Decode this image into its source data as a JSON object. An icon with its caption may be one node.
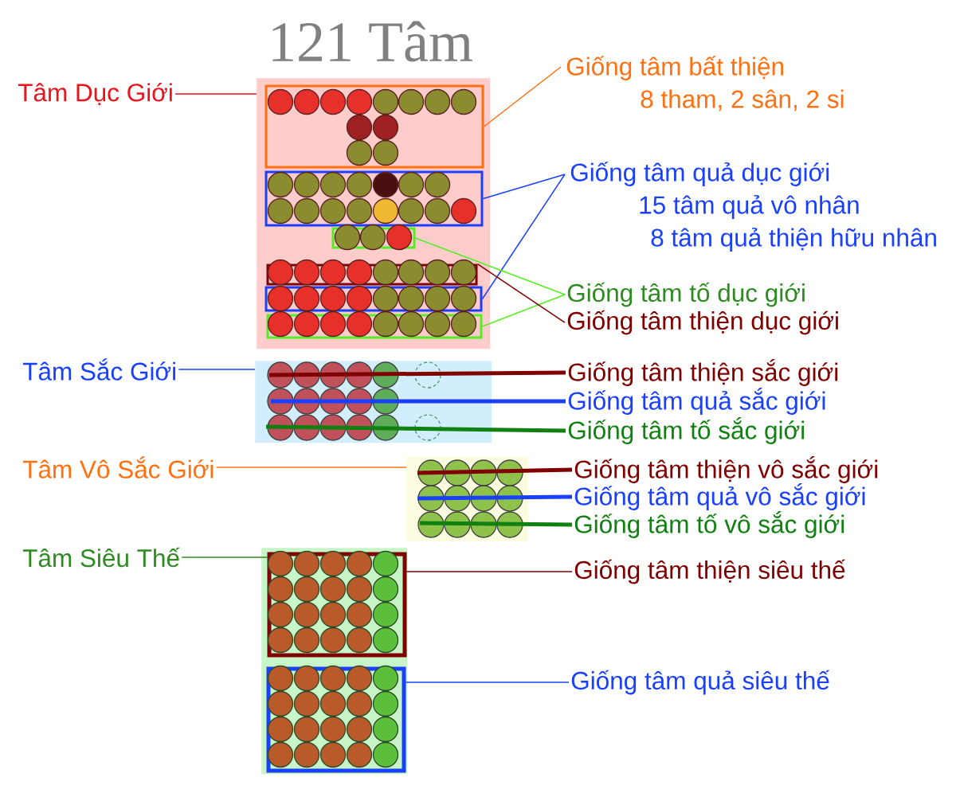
{
  "diagram": {
    "title": "121 Tâm",
    "nodes": [
      {
        "text": [
          "Tâm Dục Giới"
        ]
      },
      {
        "text": [],
        "shape": "box"
      },
      {
        "text": [],
        "shape": "box",
        "in": 1
      },
      {
        "text": [],
        "shape": "box",
        "in": 1
      },
      {
        "text": [],
        "shape": "box",
        "in": 1
      },
      {
        "text": [],
        "shape": "box",
        "in": 1
      },
      {
        "text": [],
        "shape": "box",
        "in": 1
      },
      {
        "text": [],
        "shape": "box",
        "in": 1
      },
      {
        "text": [
          "Giống tâm bất thiện",
          "8 tham, 2 sân, 2 si"
        ]
      },
      {
        "text": [
          "Giống tâm quả dục giới",
          "15 tâm quả vô nhân",
          "8 tâm quả thiện hữu nhân"
        ]
      },
      {
        "text": [
          "Giống tâm tố dục giới"
        ]
      },
      {
        "text": [
          "Giống tâm thiện dục giới"
        ]
      },
      {
        "text": [
          "Tâm Sắc Giới"
        ]
      },
      {
        "text": [],
        "shape": "box"
      },
      {
        "text": [
          "Giống tâm thiện sắc giới"
        ]
      },
      {
        "text": [
          "Giống tâm quả sắc giới"
        ]
      },
      {
        "text": [
          "Giống tâm tố sắc giới"
        ]
      },
      {
        "text": [
          "Tâm Vô Sắc Giới"
        ]
      },
      {
        "text": [],
        "shape": "box"
      },
      {
        "text": [
          "Giống tâm thiện vô sắc giới"
        ]
      },
      {
        "text": [
          "Giống tâm quả vô sắc giới"
        ]
      },
      {
        "text": [
          "Giống tâm tố vô sắc giới"
        ]
      },
      {
        "text": [
          "Tâm Siêu Thế"
        ]
      },
      {
        "text": [],
        "shape": "box"
      },
      {
        "text": [],
        "shape": "box",
        "in": 23
      },
      {
        "text": [],
        "shape": "box",
        "in": 23
      },
      {
        "text": [
          "Giống tâm thiện siêu thế"
        ]
      },
      {
        "text": [
          "Giống tâm quả siêu thế"
        ]
      }
    ],
    "edges": [
      {
        "from": 0,
        "to": 1,
        "arrow": "none",
        "color": "#e8141e"
      },
      {
        "from": 2,
        "to": 8,
        "arrow": "none",
        "color": "#ff7010"
      },
      {
        "from": 3,
        "to": 9,
        "arrow": "none",
        "color": "#1a40ff"
      },
      {
        "from": 6,
        "to": 9,
        "arrow": "none",
        "color": "#1a40ff"
      },
      {
        "from": 4,
        "to": 10,
        "arrow": "none",
        "color": "#55ee22"
      },
      {
        "from": 7,
        "to": 10,
        "arrow": "none",
        "color": "#55ee22"
      },
      {
        "from": 5,
        "to": 11,
        "arrow": "none",
        "color": "#800000"
      },
      {
        "from": 12,
        "to": 13,
        "arrow": "none",
        "color": "#1a40ff"
      },
      {
        "from": 13,
        "to": 14,
        "arrow": "none",
        "style": "thick",
        "color": "#800000"
      },
      {
        "from": 13,
        "to": 15,
        "arrow": "none",
        "style": "thick",
        "color": "#1a40ff"
      },
      {
        "from": 13,
        "to": 16,
        "arrow": "none",
        "style": "thick",
        "color": "#108010"
      },
      {
        "from": 17,
        "to": 18,
        "arrow": "none",
        "color": "#ff7010"
      },
      {
        "from": 18,
        "to": 19,
        "arrow": "none",
        "style": "thick",
        "color": "#800000"
      },
      {
        "from": 18,
        "to": 20,
        "arrow": "none",
        "style": "thick",
        "color": "#1a40ff"
      },
      {
        "from": 18,
        "to": 21,
        "arrow": "none",
        "style": "thick",
        "color": "#108010"
      },
      {
        "from": 22,
        "to": 24,
        "arrow": "none",
        "color": "#2e8b22"
      },
      {
        "from": 24,
        "to": 26,
        "arrow": "none",
        "color": "#800000"
      },
      {
        "from": 25,
        "to": 27,
        "arrow": "none",
        "color": "#1a40ff"
      }
    ]
  }
}
